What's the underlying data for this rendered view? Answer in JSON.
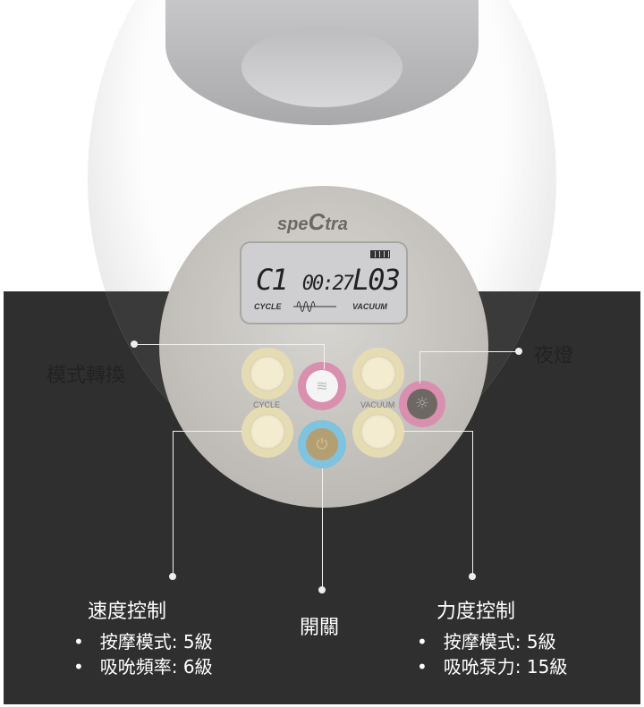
{
  "device": {
    "brand": "speCtra",
    "lcd": {
      "cycle_value": "C1",
      "time": "00:27",
      "vacuum_value": "L03",
      "cycle_label": "CYCLE",
      "vacuum_label": "VACUUM"
    },
    "button_labels": {
      "cycle": "CYCLE",
      "vacuum": "VACUUM"
    }
  },
  "callouts": {
    "mode_switch": "模式轉換",
    "night_light": "夜燈",
    "power": "開關",
    "speed": {
      "title": "速度控制",
      "items": [
        "按摩模式: 5級",
        "吸吮頻率: 6級"
      ]
    },
    "strength": {
      "title": "力度控制",
      "items": [
        "按摩模式: 5級",
        "吸吮泵力: 15級"
      ]
    }
  }
}
